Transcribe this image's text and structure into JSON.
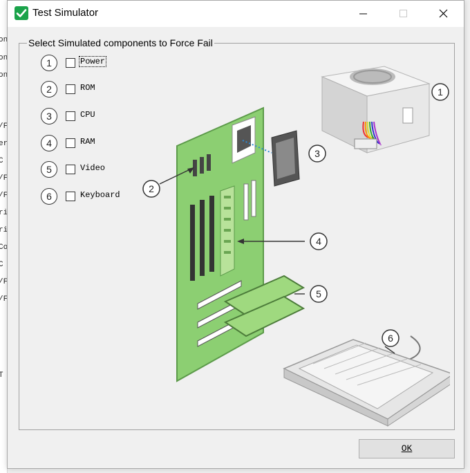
{
  "window": {
    "title": "Test Simulator",
    "minimize_icon": "minimize-icon",
    "maximize_icon": "maximize-icon",
    "close_icon": "close-icon"
  },
  "group": {
    "title": "Select Simulated components to Force Fail"
  },
  "components": [
    {
      "number": "1",
      "label": "Power",
      "checked": false
    },
    {
      "number": "2",
      "label": "ROM",
      "checked": false
    },
    {
      "number": "3",
      "label": "CPU",
      "checked": false
    },
    {
      "number": "4",
      "label": "RAM",
      "checked": false
    },
    {
      "number": "5",
      "label": "Video",
      "checked": false
    },
    {
      "number": "6",
      "label": "Keyboard",
      "checked": false
    }
  ],
  "illustration": {
    "callouts": [
      "1",
      "2",
      "3",
      "4",
      "5",
      "6"
    ],
    "colors": {
      "board": "#8ccf72",
      "board_edge": "#5c9a4a",
      "card": "#9fd97f",
      "chip": "#555555",
      "psu": "#e6e6e6"
    }
  },
  "buttons": {
    "ok_label": "OK"
  },
  "backdrop_lines": [
    "on",
    "on",
    "on",
    "/F",
    "er",
    "C",
    "/F",
    "/F",
    "ri",
    "ri",
    "Co",
    "C",
    "/F",
    "/F",
    "T"
  ]
}
